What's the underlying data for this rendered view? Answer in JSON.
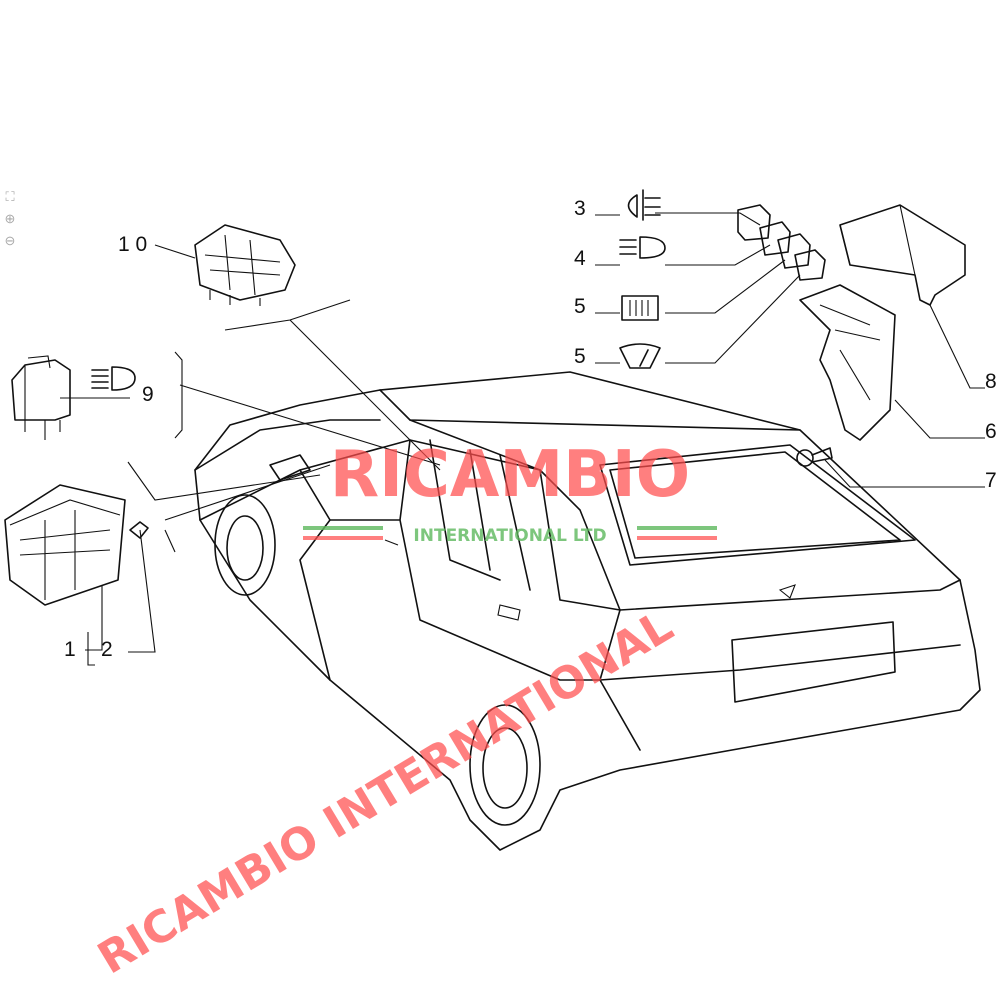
{
  "viewer_tools": [
    {
      "icon": "fit-screen-icon"
    },
    {
      "icon": "zoom-in-icon"
    },
    {
      "icon": "zoom-out-icon"
    }
  ],
  "callouts": {
    "c1": "1",
    "c2": "2",
    "c3": "3",
    "c4": "4",
    "c5a": "5",
    "c5b": "5",
    "c6": "6",
    "c7": "7",
    "c8": "8",
    "c9": "9",
    "c10": "1 0"
  },
  "symbols": {
    "c3": "rear-fog-light-icon",
    "c4": "headlight-icon",
    "c5a": "rear-window-defrost-icon",
    "c5b": "wiper-icon",
    "c9": "high-beam-icon"
  },
  "watermark": {
    "brand": "RICAMBIO",
    "sub": "INTERNATIONAL LTD",
    "diagonal": "RICAMBIO INTERNATIONAL",
    "red": "#ff4d4d",
    "green": "#5cb85c"
  }
}
